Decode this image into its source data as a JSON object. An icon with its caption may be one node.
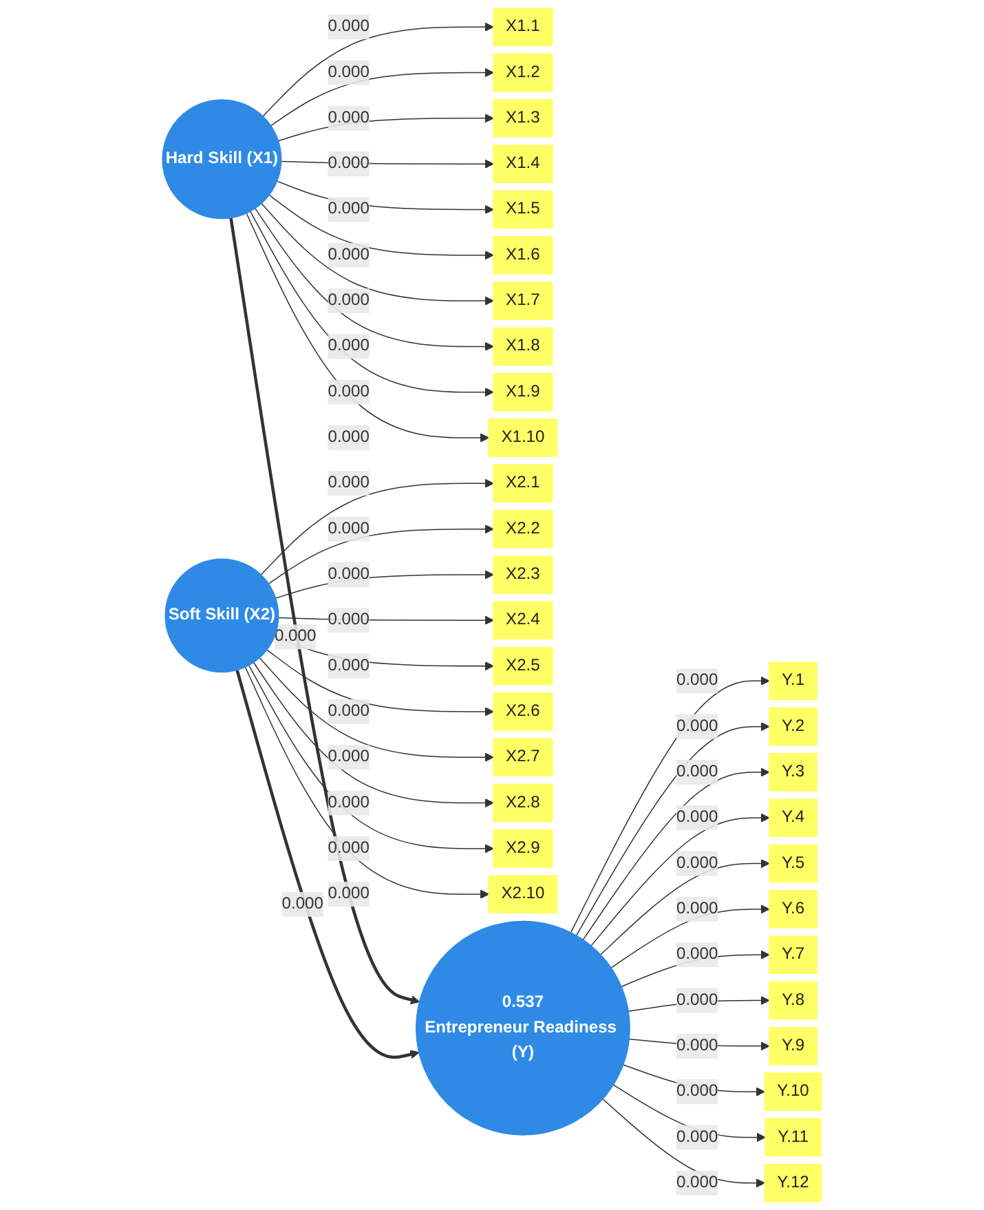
{
  "diagram": {
    "nodes": [
      {
        "text": [
          "Hard Skill (X1)"
        ]
      },
      {
        "text": [
          "X1.1"
        ]
      },
      {
        "text": [
          "X1.2"
        ]
      },
      {
        "text": [
          "X1.3"
        ]
      },
      {
        "text": [
          "X1.4"
        ]
      },
      {
        "text": [
          "X1.5"
        ]
      },
      {
        "text": [
          "X1.6"
        ]
      },
      {
        "text": [
          "X1.7"
        ]
      },
      {
        "text": [
          "X1.8"
        ]
      },
      {
        "text": [
          "X1.9"
        ]
      },
      {
        "text": [
          "X1.10"
        ]
      },
      {
        "text": [
          "Soft Skill (X2)"
        ]
      },
      {
        "text": [
          "X2.1"
        ]
      },
      {
        "text": [
          "X2.2"
        ]
      },
      {
        "text": [
          "X2.3"
        ]
      },
      {
        "text": [
          "X2.4"
        ]
      },
      {
        "text": [
          "X2.5"
        ]
      },
      {
        "text": [
          "X2.6"
        ]
      },
      {
        "text": [
          "X2.7"
        ]
      },
      {
        "text": [
          "X2.8"
        ]
      },
      {
        "text": [
          "X2.9"
        ]
      },
      {
        "text": [
          "X2.10"
        ]
      },
      {
        "text": [
          "0.537",
          "Entrepreneur Readiness (Y)"
        ]
      },
      {
        "text": [
          "Y.1"
        ]
      },
      {
        "text": [
          "Y.2"
        ]
      },
      {
        "text": [
          "Y.3"
        ]
      },
      {
        "text": [
          "Y.4"
        ]
      },
      {
        "text": [
          "Y.5"
        ]
      },
      {
        "text": [
          "Y.6"
        ]
      },
      {
        "text": [
          "Y.7"
        ]
      },
      {
        "text": [
          "Y.8"
        ]
      },
      {
        "text": [
          "Y.9"
        ]
      },
      {
        "text": [
          "Y.10"
        ]
      },
      {
        "text": [
          "Y.11"
        ]
      },
      {
        "text": [
          "Y.12"
        ]
      }
    ],
    "edges": [
      {
        "from": 0,
        "to": 1,
        "arrow": "to",
        "label": "0.000"
      },
      {
        "from": 0,
        "to": 2,
        "arrow": "to",
        "label": "0.000"
      },
      {
        "from": 0,
        "to": 3,
        "arrow": "to",
        "label": "0.000"
      },
      {
        "from": 0,
        "to": 4,
        "arrow": "to",
        "label": "0.000"
      },
      {
        "from": 0,
        "to": 5,
        "arrow": "to",
        "label": "0.000"
      },
      {
        "from": 0,
        "to": 6,
        "arrow": "to",
        "label": "0.000"
      },
      {
        "from": 0,
        "to": 7,
        "arrow": "to",
        "label": "0.000"
      },
      {
        "from": 0,
        "to": 8,
        "arrow": "to",
        "label": "0.000"
      },
      {
        "from": 0,
        "to": 9,
        "arrow": "to",
        "label": "0.000"
      },
      {
        "from": 0,
        "to": 10,
        "arrow": "to",
        "label": "0.000"
      },
      {
        "from": 0,
        "to": 22,
        "arrow": "to",
        "label": "0.000",
        "style": "thick"
      },
      {
        "from": 11,
        "to": 12,
        "arrow": "to",
        "label": "0.000"
      },
      {
        "from": 11,
        "to": 13,
        "arrow": "to",
        "label": "0.000"
      },
      {
        "from": 11,
        "to": 14,
        "arrow": "to",
        "label": "0.000"
      },
      {
        "from": 11,
        "to": 15,
        "arrow": "to",
        "label": "0.000"
      },
      {
        "from": 11,
        "to": 16,
        "arrow": "to",
        "label": "0.000"
      },
      {
        "from": 11,
        "to": 17,
        "arrow": "to",
        "label": "0.000"
      },
      {
        "from": 11,
        "to": 18,
        "arrow": "to",
        "label": "0.000"
      },
      {
        "from": 11,
        "to": 19,
        "arrow": "to",
        "label": "0.000"
      },
      {
        "from": 11,
        "to": 20,
        "arrow": "to",
        "label": "0.000"
      },
      {
        "from": 11,
        "to": 21,
        "arrow": "to",
        "label": "0.000"
      },
      {
        "from": 11,
        "to": 22,
        "arrow": "to",
        "label": "0.000",
        "style": "thick"
      },
      {
        "from": 22,
        "to": 23,
        "arrow": "to",
        "label": "0.000"
      },
      {
        "from": 22,
        "to": 24,
        "arrow": "to",
        "label": "0.000"
      },
      {
        "from": 22,
        "to": 25,
        "arrow": "to",
        "label": "0.000"
      },
      {
        "from": 22,
        "to": 26,
        "arrow": "to",
        "label": "0.000"
      },
      {
        "from": 22,
        "to": 27,
        "arrow": "to",
        "label": "0.000"
      },
      {
        "from": 22,
        "to": 28,
        "arrow": "to",
        "label": "0.000"
      },
      {
        "from": 22,
        "to": 29,
        "arrow": "to",
        "label": "0.000"
      },
      {
        "from": 22,
        "to": 30,
        "arrow": "to",
        "label": "0.000"
      },
      {
        "from": 22,
        "to": 31,
        "arrow": "to",
        "label": "0.000"
      },
      {
        "from": 22,
        "to": 32,
        "arrow": "to",
        "label": "0.000"
      },
      {
        "from": 22,
        "to": 33,
        "arrow": "to",
        "label": "0.000"
      },
      {
        "from": 22,
        "to": 34,
        "arrow": "to",
        "label": "0.000"
      }
    ]
  }
}
